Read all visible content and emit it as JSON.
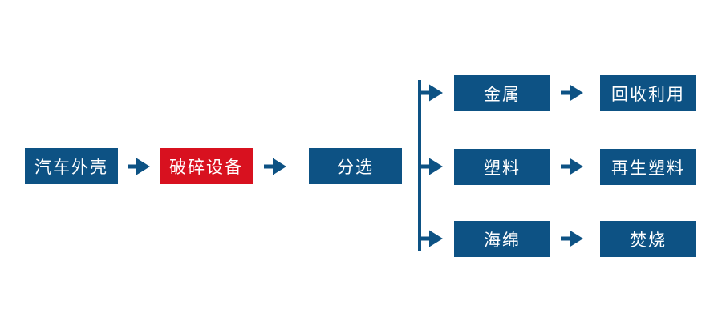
{
  "colors": {
    "background": "#FFFFFF",
    "node_blue": "#0D5284",
    "node_red": "#D8111F",
    "arrow_blue": "#0D5284",
    "text": "#FFFFFF"
  },
  "flowchart": {
    "main_flow": [
      {
        "label": "汽车外壳"
      },
      {
        "label": "破碎设备"
      },
      {
        "label": "分选"
      }
    ],
    "branches": [
      {
        "material": "金属",
        "outcome": "回收利用"
      },
      {
        "material": "塑料",
        "outcome": "再生塑料"
      },
      {
        "material": "海绵",
        "outcome": "焚烧"
      }
    ]
  }
}
